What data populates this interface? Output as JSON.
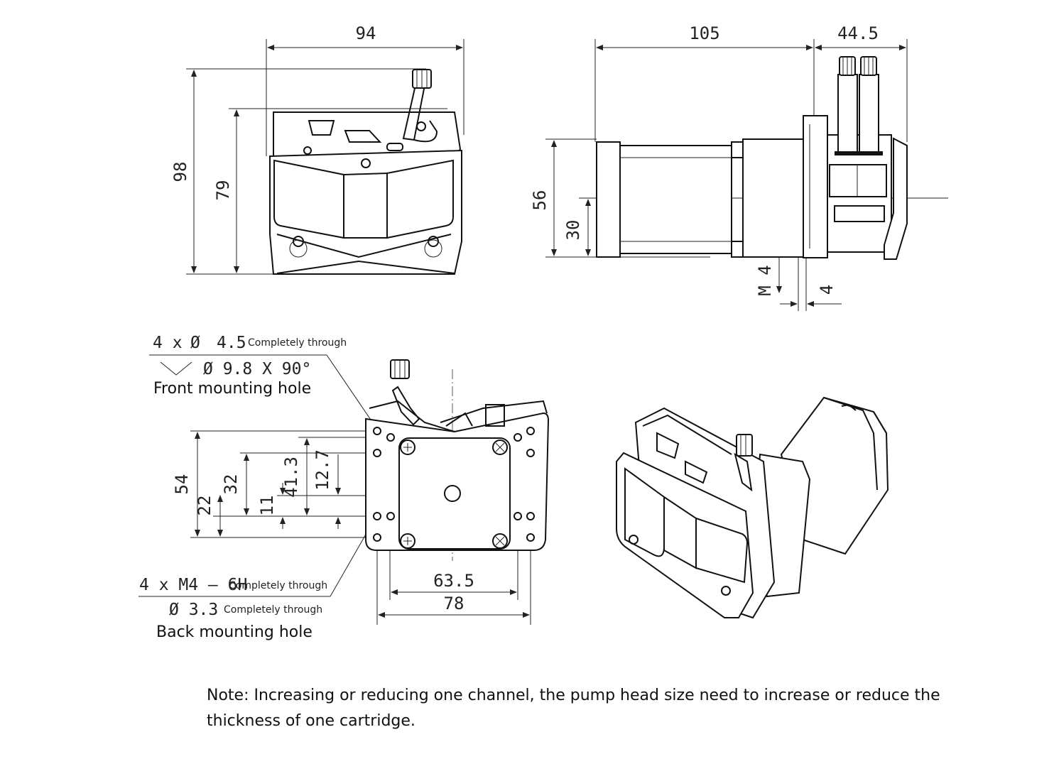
{
  "front_view": {
    "width_dim": "94",
    "height_dim": "98",
    "height_dim_2": "79"
  },
  "side_view": {
    "motor_length_dim": "105",
    "head_length_dim": "44.5",
    "height_dim": "56",
    "center_dim": "30",
    "thread_label": "M 4",
    "depth_dim": "4"
  },
  "mounting_view": {
    "front_hole": {
      "spec_count": "4 x",
      "spec_symbol": "Ø",
      "spec_size": "4.5",
      "spec_note": "Completely through",
      "countersink_spec": "Ø 9.8 X 90°",
      "title": "Front mounting hole"
    },
    "back_hole": {
      "spec_thread": "4 x M4 — 6H",
      "spec_note": "Completely through",
      "spec_drill": "Ø 3.3",
      "spec_drill_note": "Completely through",
      "title": "Back mounting hole"
    },
    "dims": {
      "d54": "54",
      "d22": "22",
      "d32": "32",
      "d41_3": "41.3",
      "d11": "11",
      "d12_7": "12.7",
      "d63_5": "63.5",
      "d78": "78"
    }
  },
  "note": "Note: Increasing or reducing one channel, the pump head size need to increase or reduce the thickness of one cartridge."
}
